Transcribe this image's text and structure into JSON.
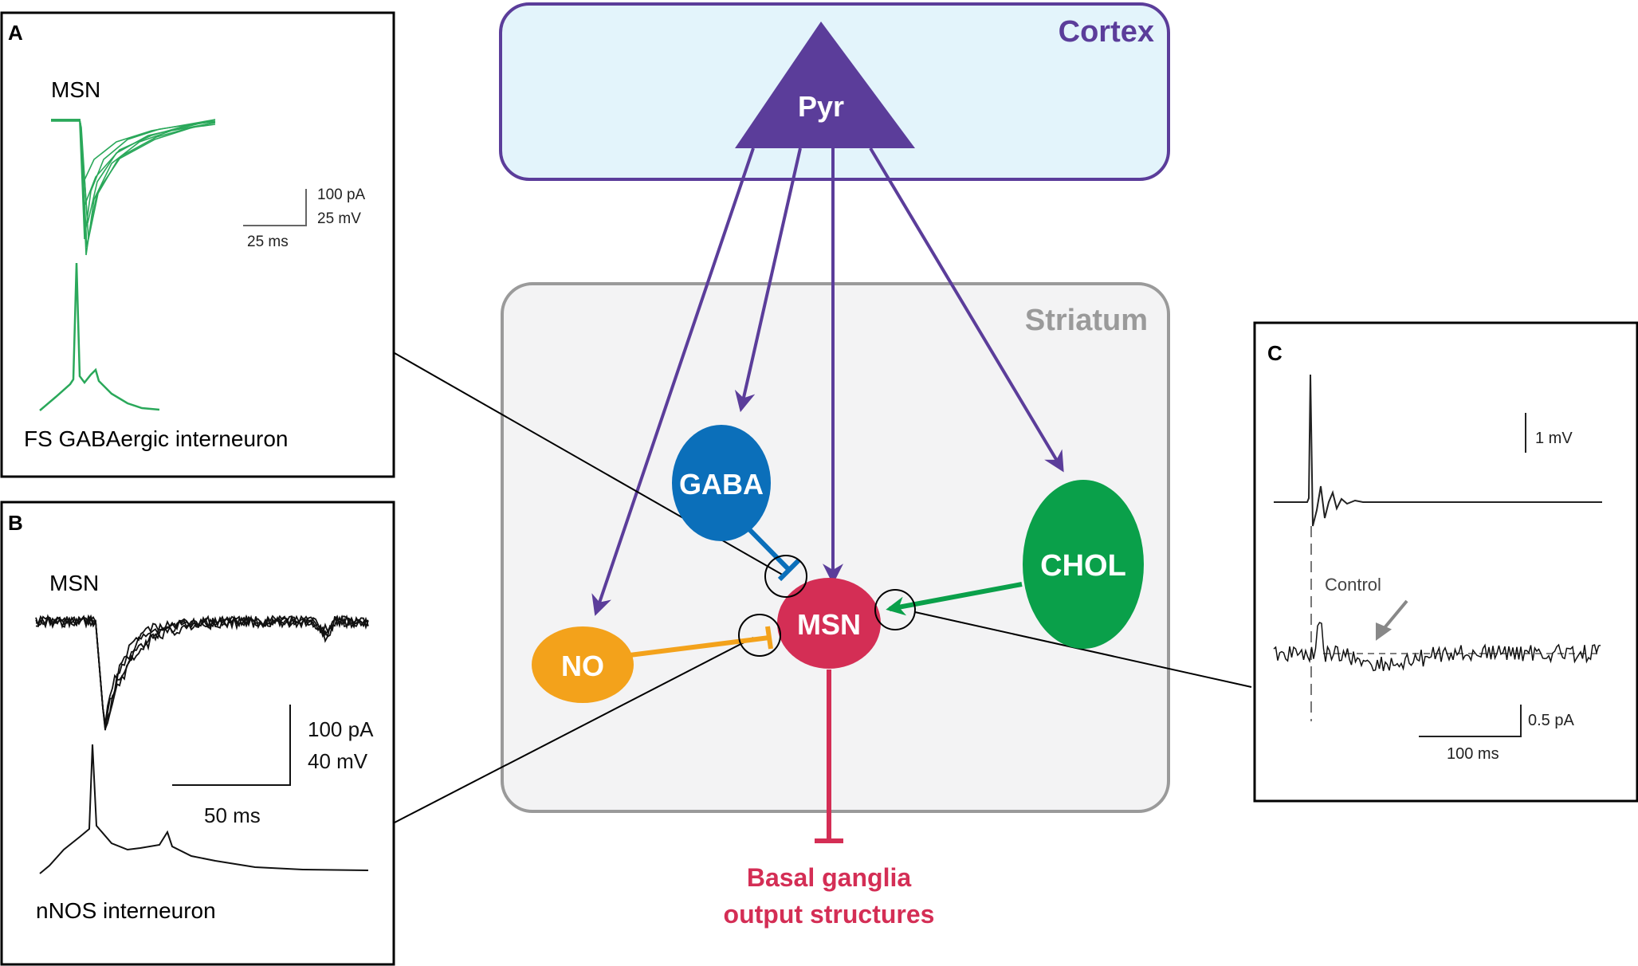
{
  "cortex": {
    "label": "Cortex",
    "fill": "#e3f4fb",
    "stroke": "#5b3d9a"
  },
  "striatum": {
    "label": "Striatum",
    "fill": "#f3f3f4",
    "stroke": "#9a9a9a"
  },
  "nodes": {
    "pyr": {
      "label": "Pyr",
      "color": "#5b3d9a"
    },
    "gaba": {
      "label": "GABA",
      "color": "#0b6fba"
    },
    "msn": {
      "label": "MSN",
      "color": "#d42e55"
    },
    "no": {
      "label": "NO",
      "color": "#f3a21b"
    },
    "chol": {
      "label": "CHOL",
      "color": "#0aa04a"
    }
  },
  "output": {
    "line1": "Basal ganglia",
    "line2": "output structures",
    "color": "#d42e55"
  },
  "panel_a": {
    "letter": "A",
    "msn_label": "MSN",
    "scale_pa": "100 pA",
    "scale_mv": "25 mV",
    "scale_ms": "25 ms",
    "caption": "FS GABAergic interneuron",
    "trace_color": "#2aa85a"
  },
  "panel_b": {
    "letter": "B",
    "msn_label": "MSN",
    "scale_pa": "100 pA",
    "scale_mv": "40 mV",
    "scale_ms": "50 ms",
    "caption": "nNOS interneuron"
  },
  "panel_c": {
    "letter": "C",
    "scale_mv": "1 mV",
    "control_label": "Control",
    "scale_pa": "0.5 pA",
    "scale_ms": "100 ms"
  }
}
